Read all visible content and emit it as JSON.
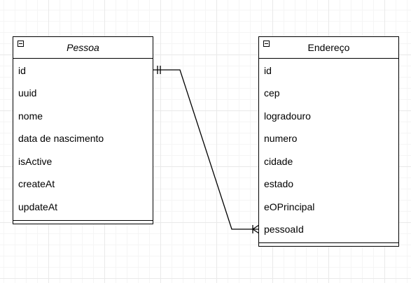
{
  "entities": {
    "pessoa": {
      "title": "Pessoa",
      "attributes": [
        "id",
        "uuid",
        "nome",
        "data de nascimento",
        "isActive",
        "createAt",
        "updateAt"
      ]
    },
    "endereco": {
      "title": "Endereço",
      "attributes": [
        "id",
        "cep",
        "logradouro",
        "numero",
        "cidade",
        "estado",
        "eOPrincipal",
        "pessoaId"
      ]
    }
  },
  "relationship": {
    "from": "pessoa.id",
    "to": "endereco.pessoaId",
    "from_cardinality": "exactly-one",
    "to_cardinality": "one-or-many"
  }
}
